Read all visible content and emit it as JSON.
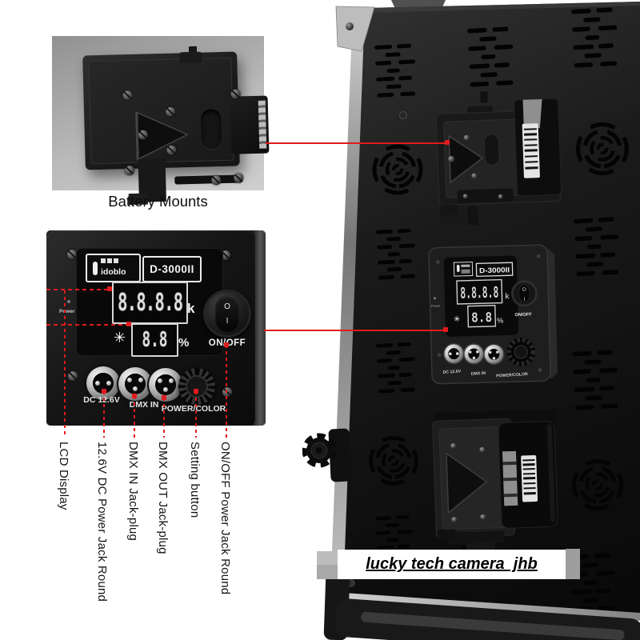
{
  "colors": {
    "accent_red": "#e01b1e",
    "panel_black": "#141414",
    "aluminum": "#b5b5b5",
    "photo_gray": "#a8a8a8",
    "watermark_bg": "#ffffff"
  },
  "icons": {
    "sun": "✳",
    "switch_off": "O",
    "switch_on": "I"
  },
  "battery_section": {
    "caption": "Battery Mounts"
  },
  "control_panel": {
    "brand_text": "idoblo",
    "model": "D-3000II",
    "kelvin_value": "8.8.8.8",
    "kelvin_unit": "k",
    "percent_value": "8.8",
    "percent_unit": "%",
    "power_label": "Power",
    "switch_label": "ON/OFF",
    "jack_labels": [
      "DC 12.6V",
      "DMX IN",
      "POWER/COLOR"
    ]
  },
  "callout_labels": {
    "lcd": "LCD Display",
    "dc": "12.6V DC Power Jack Round",
    "dmx_in": "DMX IN Jack-plug",
    "dmx_out": "DMX OUT Jack-plug",
    "setting": "Setting button",
    "onoff": "ON/OFF Power Jack Round"
  },
  "watermark": {
    "text": "lucky tech camera  jhb"
  }
}
